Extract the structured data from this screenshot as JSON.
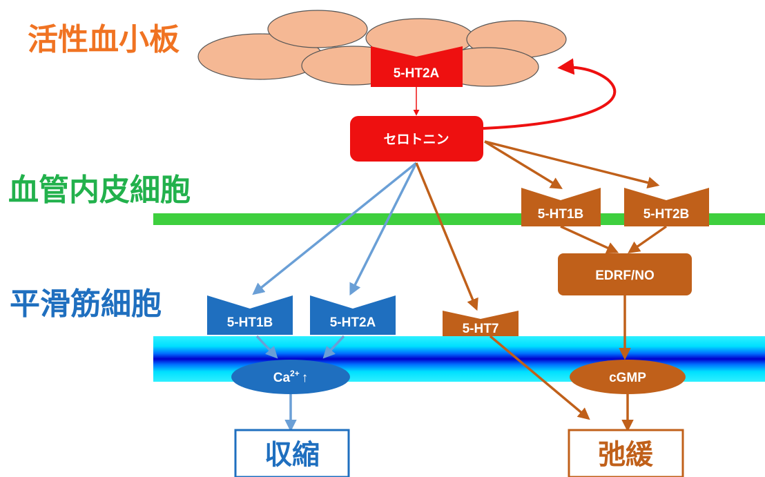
{
  "sections": {
    "platelet": {
      "label": "活性血小板",
      "color": "#f07322"
    },
    "endothelium": {
      "label": "血管内皮細胞",
      "color": "#22b14c"
    },
    "smooth_muscle": {
      "label": "平滑筋細胞",
      "color": "#1f6fbf"
    }
  },
  "serotonin": {
    "label": "セロトニン"
  },
  "receptors": {
    "platelet_ht2a": "5-HT2A",
    "endo_ht1b": "5-HT1B",
    "endo_ht2b": "5-HT2B",
    "smc_ht1b": "5-HT1B",
    "smc_ht2a": "5-HT2A",
    "smc_ht7": "5-HT7"
  },
  "mediators": {
    "edrf": "EDRF/NO",
    "ca_base": "Ca",
    "ca_sup": "2+",
    "ca_arrow": "↑",
    "cgmp": "cGMP"
  },
  "outcomes": {
    "contraction": "収縮",
    "relaxation": "弛緩"
  },
  "colors": {
    "red": "#ee1010",
    "orange_brown": "#c0601a",
    "blue": "#1f6fbf",
    "light_blue": "#6a9fd6",
    "platelet_fill": "#f5b894",
    "green_membrane": "#3ecf3e",
    "cyan_membrane": "#00e5ff"
  }
}
